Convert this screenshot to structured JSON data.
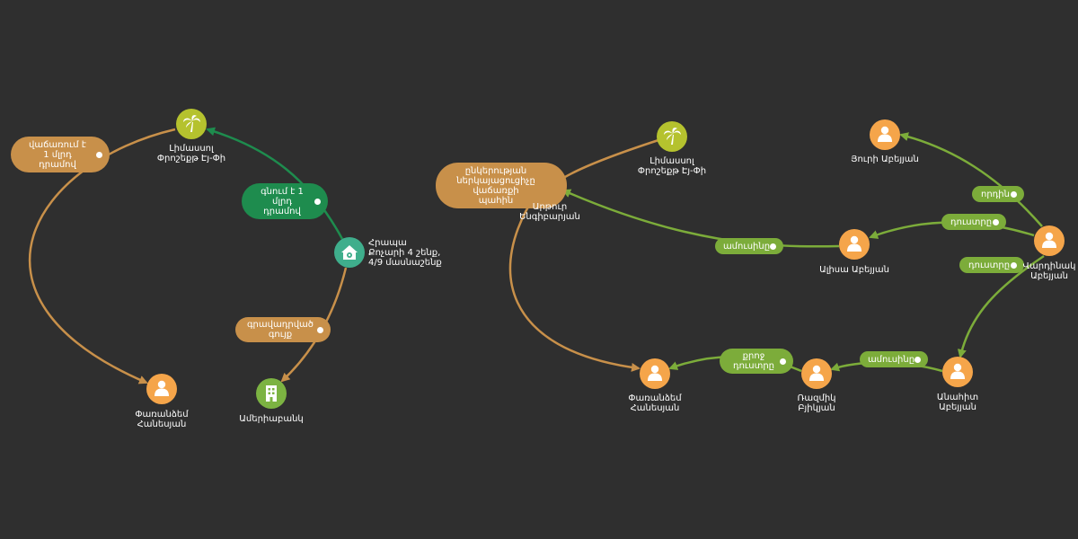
{
  "colors": {
    "background": "#2f2f2f",
    "person": "#f5a54a",
    "place": "#b5c22e",
    "house": "#3fae8c",
    "company": "#7cb342",
    "tie_orange": "#c8904a",
    "tie_green": "#1e8c4e",
    "tie_lightgreen": "#7cac3a"
  },
  "nodes": [
    {
      "id": "n1",
      "type": "place",
      "icon": "palm-tree-icon",
      "label": "Լիմասսոլ\nՓրոշեքթ Էյ-Փի"
    },
    {
      "id": "n2",
      "type": "person",
      "icon": "person-icon",
      "label": "Փառանձեմ\nՀանեսյան"
    },
    {
      "id": "n3",
      "type": "house",
      "icon": "house-icon",
      "label": "Հրապա\nՔոչարի 4 շենք,\n4/9 մասնաշենք"
    },
    {
      "id": "n4",
      "type": "company",
      "icon": "building-icon",
      "label": "Ամերիաբանկ"
    },
    {
      "id": "n5",
      "type": "place",
      "icon": "palm-tree-icon",
      "label": "Լիմասսոլ\nՓրոշեքթ Էյ-Փի"
    },
    {
      "id": "n6",
      "type": "person",
      "icon": "person-icon",
      "label": "Արթուր\nԵնգիբարյան"
    },
    {
      "id": "n7",
      "type": "person",
      "icon": "person-icon",
      "label": "Յուրի Աբեյյան"
    },
    {
      "id": "n8",
      "type": "person",
      "icon": "person-icon",
      "label": "Ալիսա Աբեյյան"
    },
    {
      "id": "n9",
      "type": "person",
      "icon": "person-icon",
      "label": "Վարդինակ\nԱբեյյան"
    },
    {
      "id": "n10",
      "type": "person",
      "icon": "person-icon",
      "label": "Փառանձեմ\nՀանեսյան"
    },
    {
      "id": "n11",
      "type": "person",
      "icon": "person-icon",
      "label": "Ռազմիկ\nԲյիկյան"
    },
    {
      "id": "n12",
      "type": "person",
      "icon": "person-icon",
      "label": "Անահիտ\nԱբեյյան"
    }
  ],
  "edges": [
    {
      "id": "e1",
      "from": "n1",
      "to": "n2",
      "color": "tie_orange",
      "label": "վաճառում է\n1 մլրդ\nդրամով"
    },
    {
      "id": "e2",
      "from": "n3",
      "to": "n1",
      "color": "tie_green",
      "label": "գնում է 1\nմլրդ\nդրամով"
    },
    {
      "id": "e3",
      "from": "n3",
      "to": "n4",
      "color": "tie_orange",
      "label": "գրավադրված\nգույք"
    },
    {
      "id": "e4",
      "from": "n5",
      "to": "n6",
      "color": "tie_orange",
      "label": ""
    },
    {
      "id": "e5",
      "from": "n6",
      "to": "n10",
      "color": "tie_orange",
      "label": "ընկերության\nներկայացուցիչը\nվաճառքի\nպահին"
    },
    {
      "id": "e6",
      "from": "n8",
      "to": "n6",
      "color": "tie_lightgreen",
      "label": "ամուսինը"
    },
    {
      "id": "e7",
      "from": "n9",
      "to": "n7",
      "color": "tie_lightgreen",
      "label": "որդին"
    },
    {
      "id": "e8",
      "from": "n9",
      "to": "n8",
      "color": "tie_lightgreen",
      "label": "դուստրը"
    },
    {
      "id": "e9",
      "from": "n9",
      "to": "n12",
      "color": "tie_lightgreen",
      "label": "դուստրը"
    },
    {
      "id": "e10",
      "from": "n12",
      "to": "n11",
      "color": "tie_lightgreen",
      "label": "ամուսինը"
    },
    {
      "id": "e11",
      "from": "n11",
      "to": "n10",
      "color": "tie_lightgreen",
      "label": "քրոջ\nդուստրը"
    }
  ]
}
